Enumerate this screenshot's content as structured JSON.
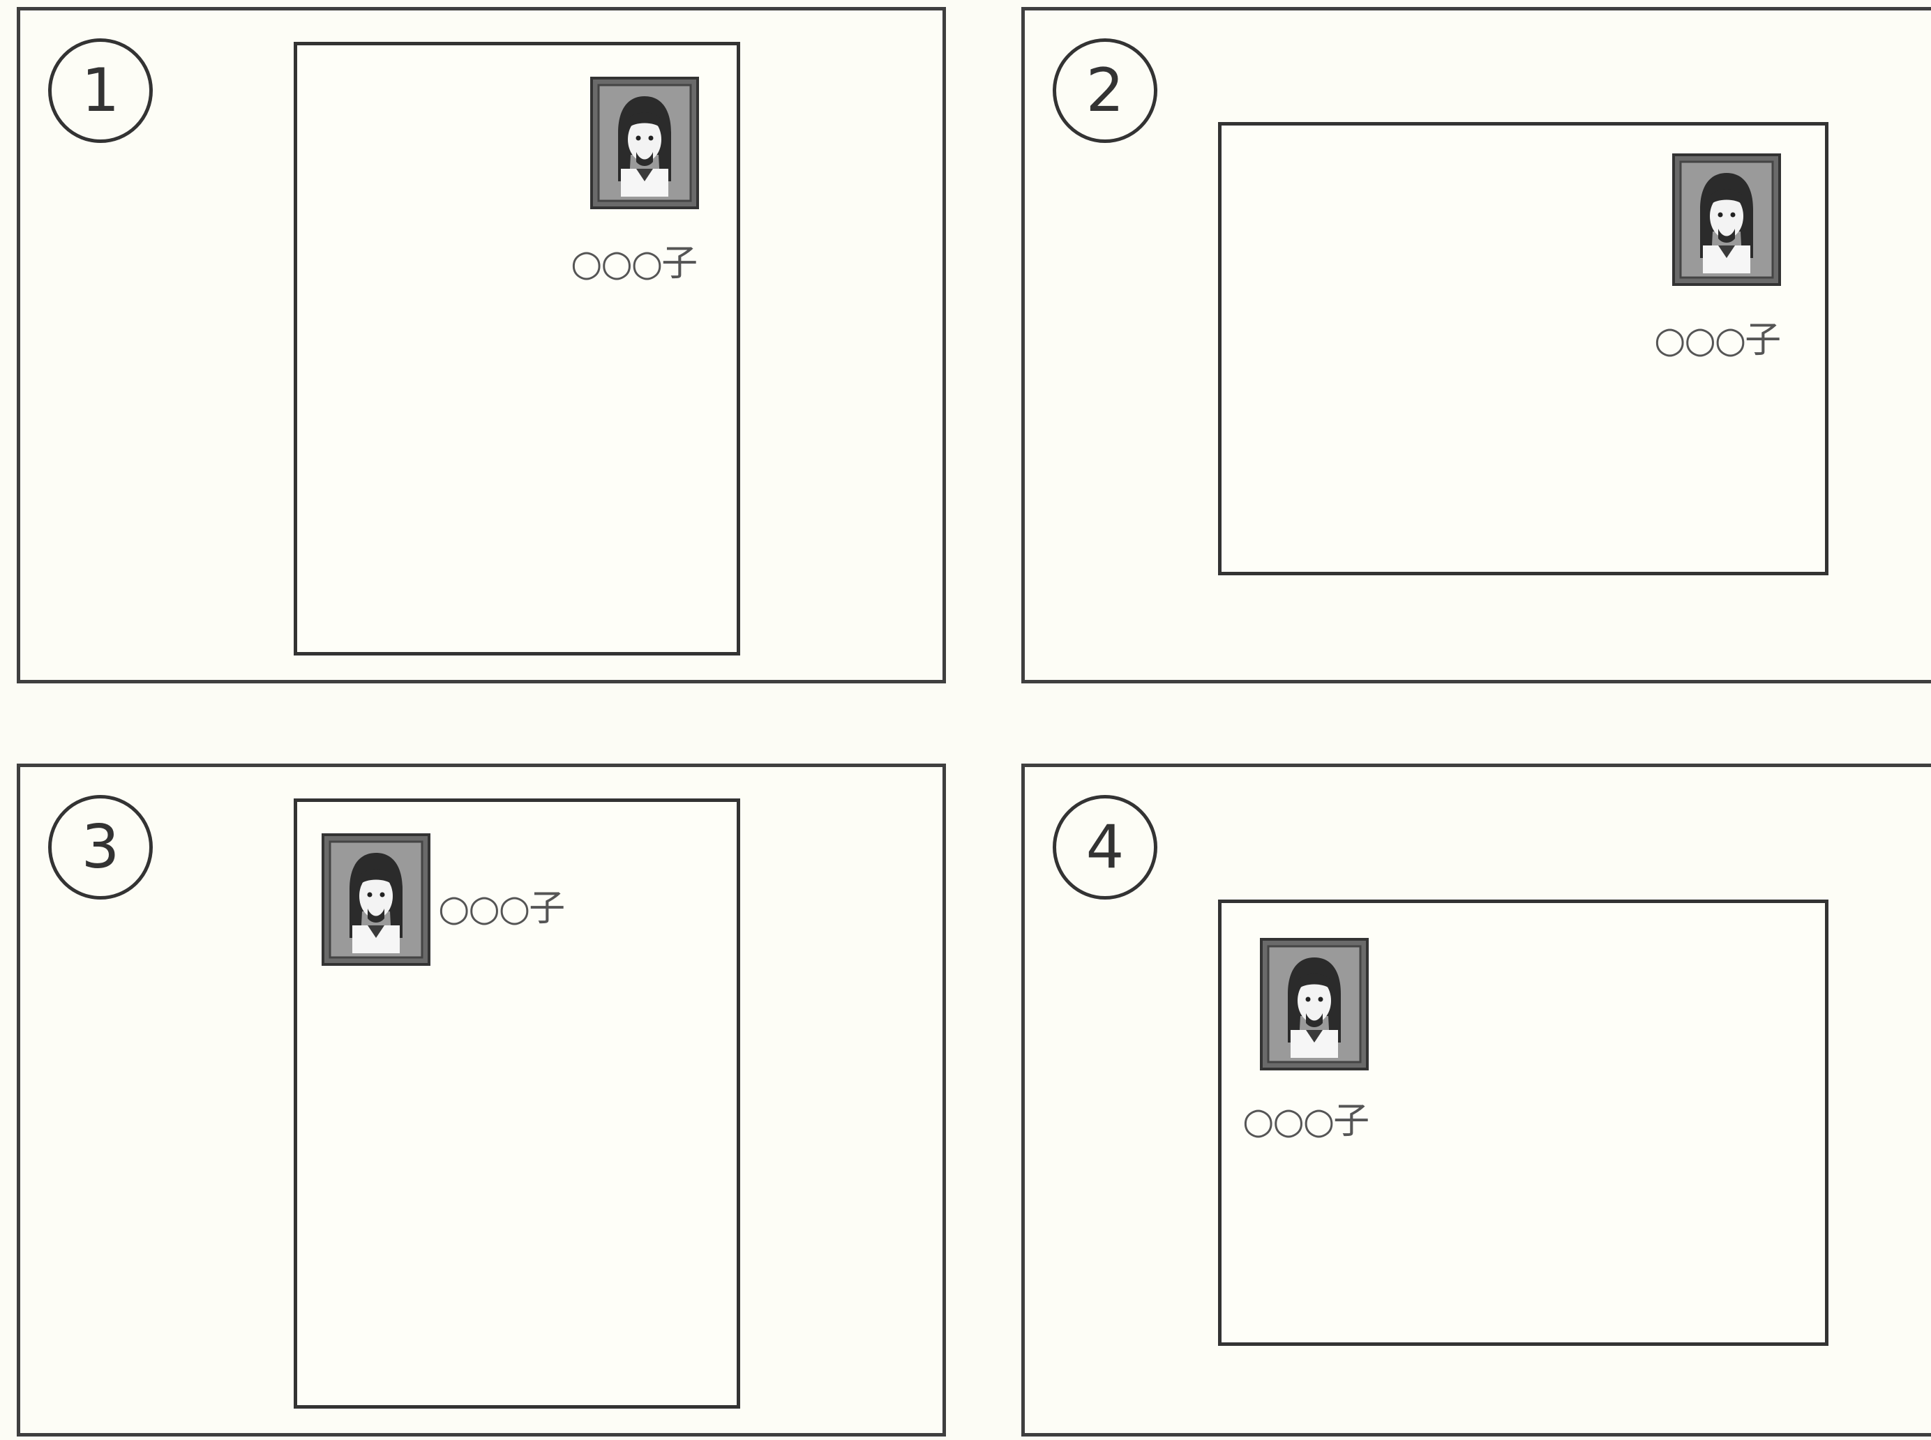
{
  "panels": [
    {
      "number": "1",
      "layout": "portrait",
      "photo_position": "top-right",
      "name_label": "○○○子"
    },
    {
      "number": "2",
      "layout": "landscape",
      "photo_position": "top-right",
      "name_label": "○○○子"
    },
    {
      "number": "3",
      "layout": "portrait",
      "photo_position": "top-left",
      "name_label": "○○○子"
    },
    {
      "number": "4",
      "layout": "landscape",
      "photo_position": "top-left",
      "name_label": "○○○子"
    }
  ],
  "colors": {
    "frame": "#3f3f3f",
    "photo_frame": "#555555",
    "background": "#fcfcf5"
  },
  "icons": {
    "photo": "portrait-photo-icon"
  }
}
